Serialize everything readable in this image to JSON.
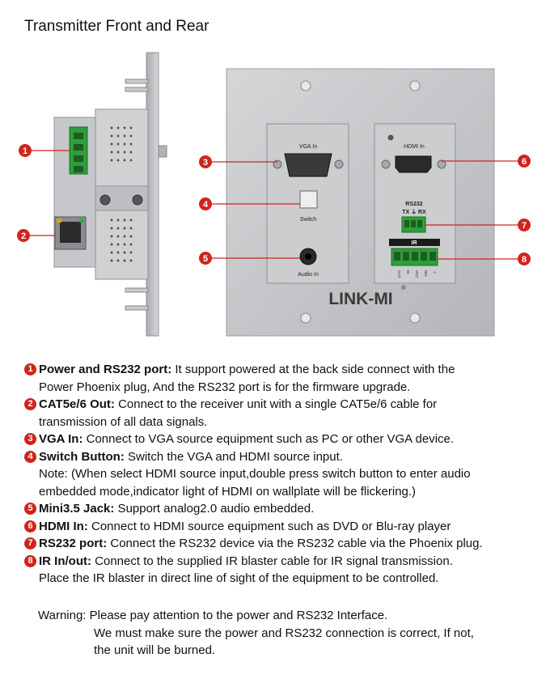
{
  "title": "Transmitter Front and Rear",
  "panel": {
    "vga_label": "VGA In",
    "switch_label": "Switch",
    "audio_label": "Audio In",
    "hdmi_label": "HDMI In",
    "rs232_label": "RS232",
    "rs232_pins": "TX  ⏚  RX",
    "ir_label": "IR",
    "ir_pins": [
      "OUT",
      "IN",
      "VCC",
      "SIG",
      "⏚"
    ],
    "brand": "LINK-MI",
    "brand_mark": "®"
  },
  "callouts": [
    "1",
    "2",
    "3",
    "4",
    "5",
    "6",
    "7",
    "8"
  ],
  "items": [
    {
      "num": "1",
      "name": "Power and RS232 port:",
      "text": " It support powered at the back side connect with the",
      "cont": [
        "Power Phoenix plug, And the RS232 port is for the firmware upgrade."
      ]
    },
    {
      "num": "2",
      "name": "CAT5e/6 Out:",
      "text": " Connect to the receiver unit with a single CAT5e/6 cable for",
      "cont": [
        "transmission of all data signals."
      ]
    },
    {
      "num": "3",
      "name": "VGA In:",
      "text": " Connect to VGA source equipment such as PC or other VGA device.",
      "cont": []
    },
    {
      "num": "4",
      "name": "Switch Button:",
      "text": " Switch the VGA and HDMI source input.",
      "cont": [
        "Note: (When select HDMI source input,double press switch button to enter audio",
        "embedded mode,indicator light of HDMI on wallplate will be flickering.)"
      ]
    },
    {
      "num": "5",
      "name": "Mini3.5 Jack:",
      "text": " Support analog2.0 audio embedded.",
      "cont": []
    },
    {
      "num": "6",
      "name": "HDMI In:",
      "text": " Connect to HDMI source equipment such as DVD or Blu-ray player",
      "cont": []
    },
    {
      "num": "7",
      "name": "RS232 port:",
      "text": " Connect the RS232 device via the RS232 cable via the Phoenix plug.",
      "cont": []
    },
    {
      "num": "8",
      "name": "IR In/out:",
      "text": " Connect to the supplied IR blaster cable for IR signal transmission.",
      "cont": [
        "Place the IR blaster in direct line of sight of the equipment to be controlled."
      ]
    }
  ],
  "warning": {
    "line1": "Warning: Please pay attention to the power and RS232 Interface.",
    "line2": "We must make sure the power and RS232 connection is correct, If not,",
    "line3": "the unit will be burned."
  },
  "colors": {
    "callout": "#d0241b",
    "plate": "#bfc1c3",
    "module": "#cbcdcf"
  }
}
